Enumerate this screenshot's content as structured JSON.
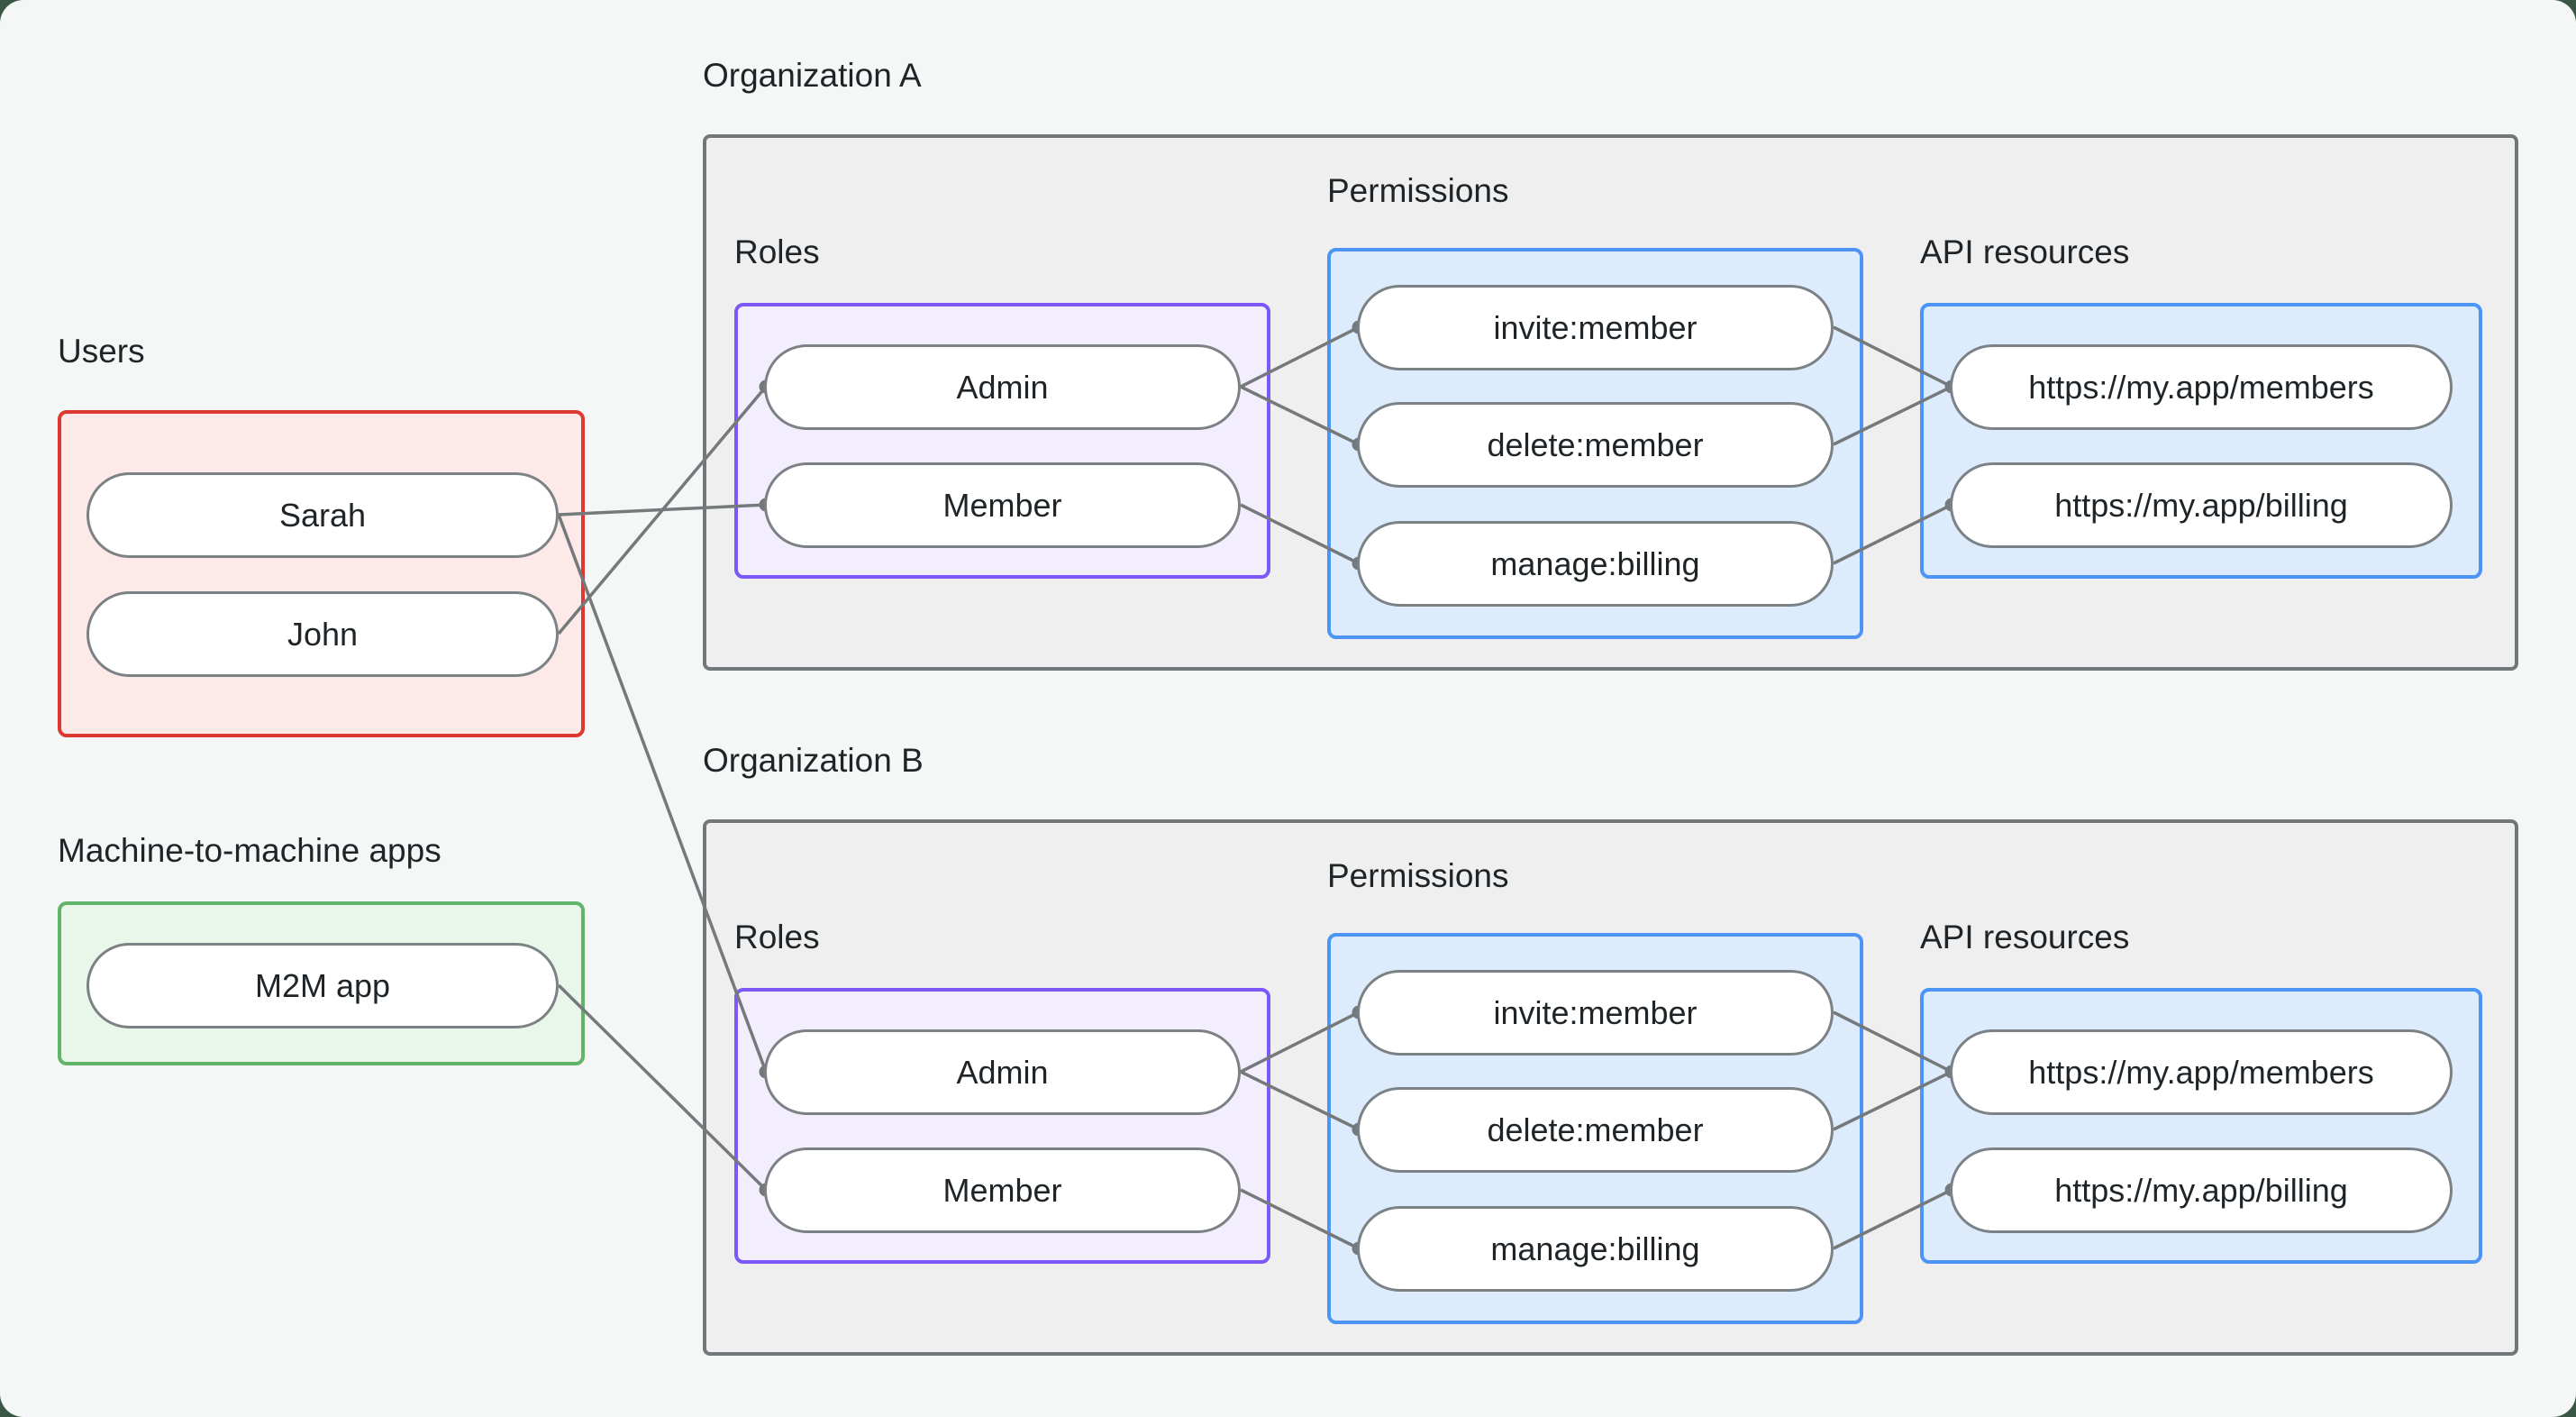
{
  "page": {
    "background": "#f5f7f6",
    "outer_background": "#3a5644",
    "line_color": "#75797b",
    "text_color": "#1e2427"
  },
  "users": {
    "label": "Users",
    "border_color": "#dc3a30",
    "fill_color": "#fdeae8",
    "items": [
      "Sarah",
      "John"
    ]
  },
  "m2m": {
    "label": "Machine-to-machine apps",
    "border_color": "#62b46a",
    "fill_color": "#e9f6ea",
    "items": [
      "M2M app"
    ]
  },
  "org_a": {
    "title": "Organization A",
    "roles_label": "Roles",
    "roles": [
      "Admin",
      "Member"
    ],
    "permissions_label": "Permissions",
    "permissions": [
      "invite:member",
      "delete:member",
      "manage:billing"
    ],
    "api_label": "API resources",
    "api_resources": [
      "https://my.app/members",
      "https://my.app/billing"
    ]
  },
  "org_b": {
    "title": "Organization B",
    "roles_label": "Roles",
    "roles": [
      "Admin",
      "Member"
    ],
    "permissions_label": "Permissions",
    "permissions": [
      "invite:member",
      "delete:member",
      "manage:billing"
    ],
    "api_label": "API resources",
    "api_resources": [
      "https://my.app/members",
      "https://my.app/billing"
    ]
  },
  "colors": {
    "org_border": "#72787a",
    "org_fill": "#efefef",
    "roles_border": "#7c59f7",
    "roles_fill": "#f3eefd",
    "blue_border": "#4c95f6",
    "blue_fill": "#ddecfc",
    "pill_border": "#7b8184",
    "pill_fill": "#ffffff"
  },
  "connections": [
    {
      "from": "Sarah",
      "to": "Organization A / Member"
    },
    {
      "from": "John",
      "to": "Organization A / Admin"
    },
    {
      "from": "Sarah",
      "to": "Organization B / Admin"
    },
    {
      "from": "M2M app",
      "to": "Organization B / Member"
    },
    {
      "from": "Organization A / Admin",
      "to": "Organization A / invite:member"
    },
    {
      "from": "Organization A / Admin",
      "to": "Organization A / delete:member"
    },
    {
      "from": "Organization A / Member",
      "to": "Organization A / manage:billing"
    },
    {
      "from": "Organization A / invite:member",
      "to": "Organization A / https://my.app/members"
    },
    {
      "from": "Organization A / delete:member",
      "to": "Organization A / https://my.app/members"
    },
    {
      "from": "Organization A / manage:billing",
      "to": "Organization A / https://my.app/billing"
    },
    {
      "from": "Organization B / Admin",
      "to": "Organization B / invite:member"
    },
    {
      "from": "Organization B / Admin",
      "to": "Organization B / delete:member"
    },
    {
      "from": "Organization B / Member",
      "to": "Organization B / manage:billing"
    },
    {
      "from": "Organization B / invite:member",
      "to": "Organization B / https://my.app/members"
    },
    {
      "from": "Organization B / delete:member",
      "to": "Organization B / https://my.app/members"
    },
    {
      "from": "Organization B / manage:billing",
      "to": "Organization B / https://my.app/billing"
    }
  ]
}
